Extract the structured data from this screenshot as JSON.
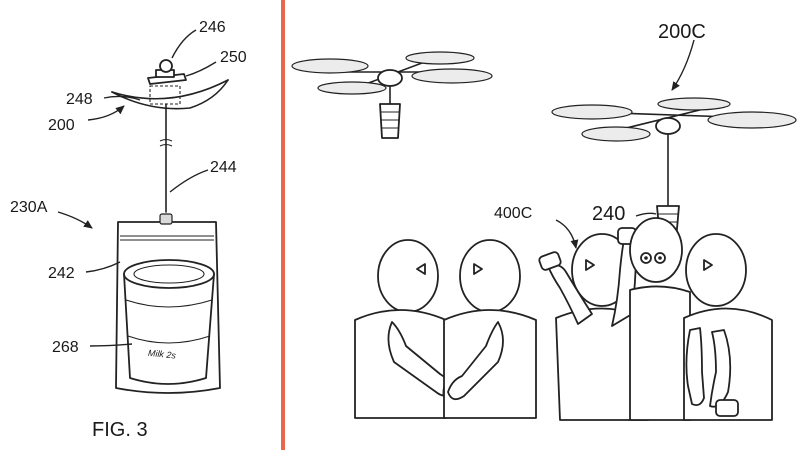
{
  "figure": {
    "caption": "FIG. 3",
    "divider_color": "#e8694a"
  },
  "labels": {
    "l246": "246",
    "l250": "250",
    "l248": "248",
    "l200": "200",
    "l244": "244",
    "l230A": "230A",
    "l242": "242",
    "l268": "268",
    "l200C": "200C",
    "l400C": "400C",
    "l240": "240"
  },
  "package_text": "Milk 2s"
}
